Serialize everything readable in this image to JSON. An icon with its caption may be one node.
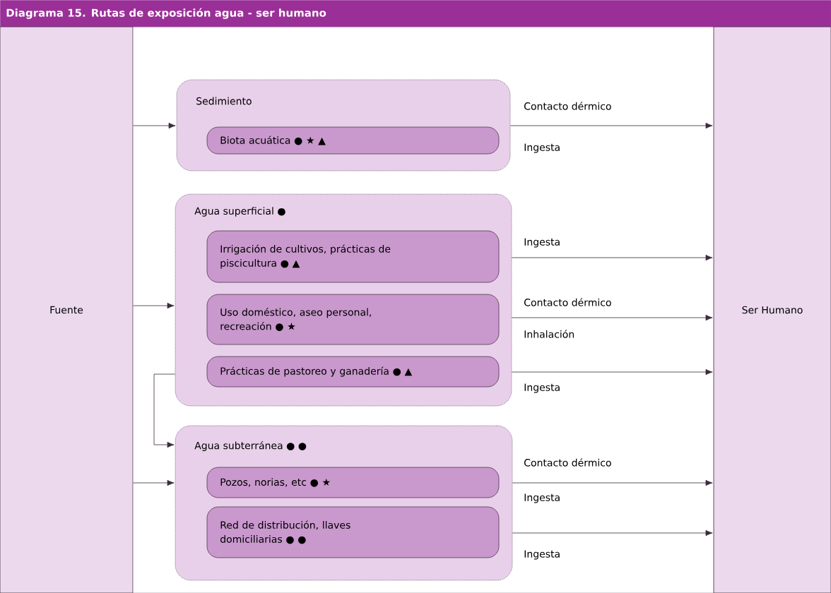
{
  "diagram": {
    "title": "Diagrama 15. Rutas de exposición agua - ser humano",
    "nodes": [
      {
        "text": [
          "Fuente"
        ]
      },
      {
        "text": [
          "Sedimiento"
        ]
      },
      {
        "text": [
          "Biota acuática ● ★ ▲"
        ],
        "in": 1
      },
      {
        "text": [
          "Agua superficial ●"
        ]
      },
      {
        "text": [
          "Irrigación de cultivos, prácticas de piscicultura ● ▲"
        ],
        "in": 3
      },
      {
        "text": [
          "Uso doméstico, aseo personal, recreación ● ★"
        ],
        "in": 3
      },
      {
        "text": [
          "Prácticas de pastoreo y ganadería ● ▲"
        ],
        "in": 3
      },
      {
        "text": [
          "Agua subterránea ● ●"
        ]
      },
      {
        "text": [
          "Pozos, norias, etc ● ★"
        ],
        "in": 7
      },
      {
        "text": [
          "Red de distribución, llaves domiciliarias ● ●"
        ],
        "in": 7
      },
      {
        "text": [
          "Ser Humano"
        ]
      }
    ],
    "edges": [
      {
        "from": 0,
        "to": 1,
        "arrow": "to"
      },
      {
        "from": 0,
        "to": 3,
        "arrow": "to"
      },
      {
        "from": 0,
        "to": 7,
        "arrow": "to"
      },
      {
        "from": 3,
        "to": 7,
        "arrow": "to"
      },
      {
        "from": 1,
        "to": 10,
        "arrow": "to",
        "label": "Contacto dérmico"
      },
      {
        "from": 3,
        "to": 10,
        "arrow": "to",
        "label": "Ingesta"
      },
      {
        "from": 3,
        "to": 10,
        "arrow": "to",
        "label": "Contacto dérmico"
      },
      {
        "from": 3,
        "to": 10,
        "arrow": "to",
        "label": "Ingesta"
      },
      {
        "from": 7,
        "to": 10,
        "arrow": "to",
        "label": "Contacto dérmico"
      },
      {
        "from": 7,
        "to": 10,
        "arrow": "to",
        "label": "Ingesta"
      }
    ],
    "labels": [
      "Ingesta",
      "Inhalación",
      "Ingesta"
    ]
  }
}
